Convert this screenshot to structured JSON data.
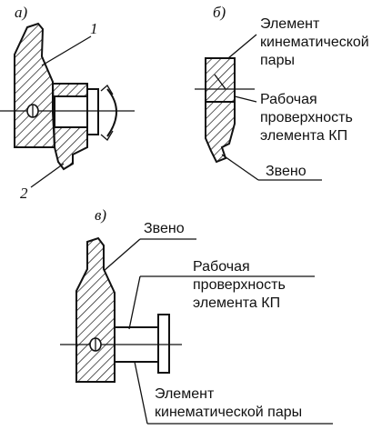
{
  "panel_a": {
    "tag": "а)",
    "callout_1": "1",
    "callout_2": "2"
  },
  "panel_b": {
    "tag": "б)",
    "element_label": [
      "Элемент",
      "кинематической",
      "пары"
    ],
    "surface_label": [
      "Рабочая",
      "проверхность",
      "элемента КП"
    ],
    "link_label": "Звено"
  },
  "panel_v": {
    "tag": "в)",
    "link_label": "Звено",
    "surface_label": [
      "Рабочая",
      "проверхность",
      "элемента КП"
    ],
    "element_label": [
      "Элемент",
      "кинематической пары"
    ]
  },
  "colors": {
    "ink": "#111111",
    "paper": "#ffffff"
  }
}
